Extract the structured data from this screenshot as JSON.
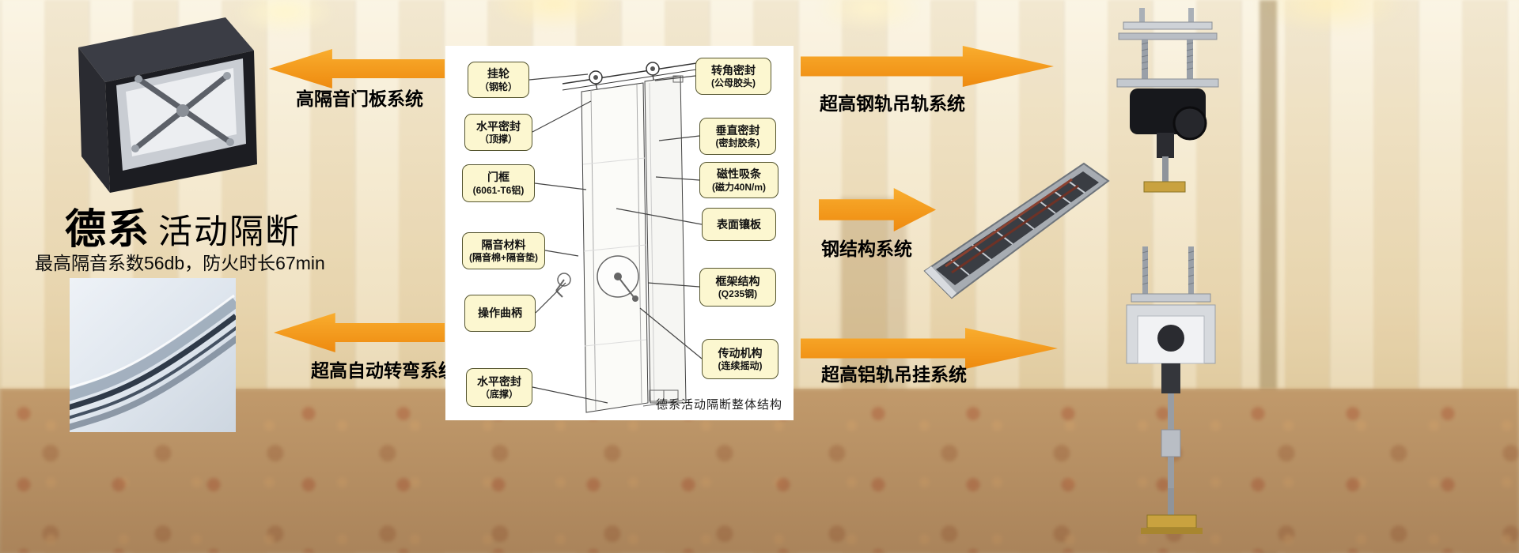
{
  "brand": {
    "title_main": "德系",
    "title_sub": "活动隔断",
    "tagline": "最高隔音系数56db，防火时长67min"
  },
  "systems": {
    "door_panel": "高隔音门板系统",
    "auto_turn": "超高自动转弯系统",
    "steel_rail": "超高钢轨吊轨系统",
    "steel_structure": "钢结构系统",
    "aluminum_rail": "超高铝轨吊挂系统"
  },
  "diagram": {
    "caption": "德系活动隔断整体结构",
    "left_labels": [
      {
        "line1": "挂轮",
        "line2": "（钢轮）"
      },
      {
        "line1": "水平密封",
        "line2": "（顶撑）"
      },
      {
        "line1": "门框",
        "line2": "(6061-T6铝)"
      },
      {
        "line1": "隔音材料",
        "line2": "(隔音棉+隔音垫)"
      },
      {
        "line1": "操作曲柄",
        "line2": ""
      },
      {
        "line1": "水平密封",
        "line2": "（底撑）"
      }
    ],
    "right_labels": [
      {
        "line1": "转角密封",
        "line2": "(公母胶头)"
      },
      {
        "line1": "垂直密封",
        "line2": "(密封胶条)"
      },
      {
        "line1": "磁性吸条",
        "line2": "(磁力40N/m)"
      },
      {
        "line1": "表面镶板",
        "line2": ""
      },
      {
        "line1": "框架结构",
        "line2": "(Q235钢)"
      },
      {
        "line1": "传动机构",
        "line2": "(连续摇动)"
      }
    ]
  },
  "colors": {
    "arrow_orange": "#F59B1E",
    "callout_bg": "#FCF7D0",
    "callout_border": "#55552F"
  }
}
